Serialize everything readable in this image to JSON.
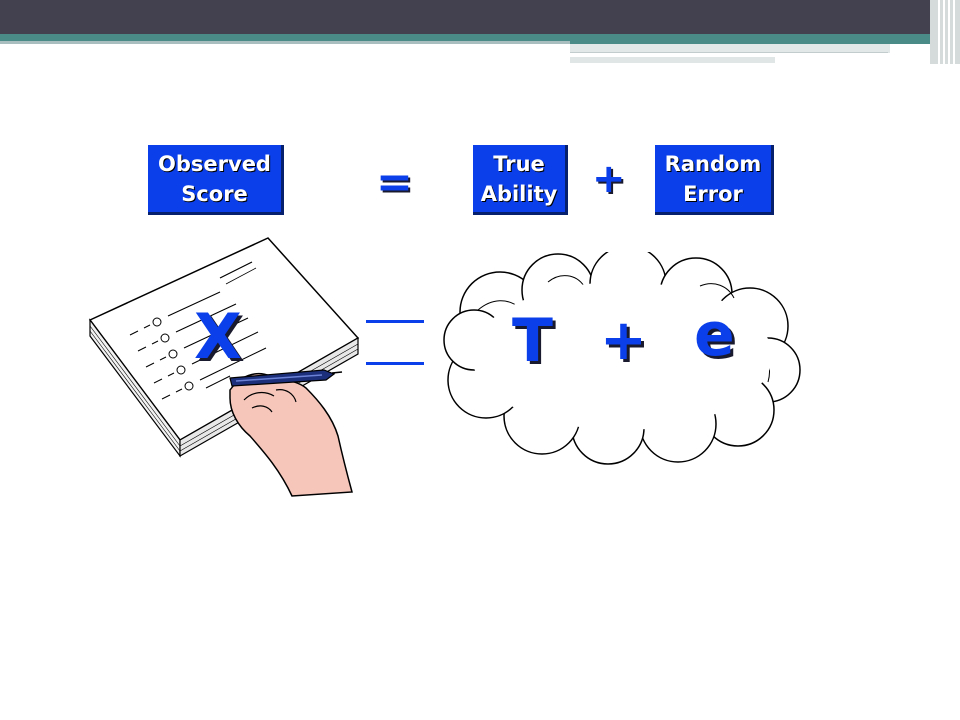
{
  "formula_top": {
    "observed_label": "Observed\nScore",
    "equals": "=",
    "true_label": "True\nAbility",
    "plus": "+",
    "error_label": "Random\nError"
  },
  "formula_bottom": {
    "x": "X",
    "t": "T",
    "plus": "+",
    "e": "e"
  },
  "colors": {
    "accent_blue": "#0a3fe9",
    "header_dark": "#43404f",
    "header_teal": "#4a8a87"
  }
}
